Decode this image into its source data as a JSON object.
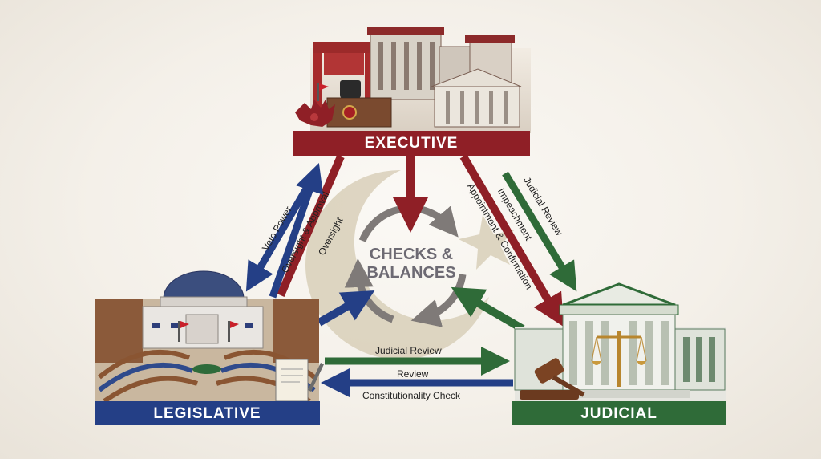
{
  "branches": {
    "executive": "EXECUTIVE",
    "legislative": "LEGISLATIVE",
    "judicial": "JUDICIAL"
  },
  "center": {
    "line1": "CHECKS &",
    "line2": "BALANCES"
  },
  "arrows": {
    "veto_power": "Veto Power",
    "oversight_approval": "Oversight & Approval",
    "oversight": "Oversight",
    "appointment_confirmation": "Appointment & Confirmation",
    "impeachment": "Impeachment",
    "judicial_review_exec": "Judicial Review",
    "judicial_review": "Judicial Review",
    "review": "Review",
    "constitutionality_check": "Constitutionality Check"
  },
  "colors": {
    "executive": "#8f1f26",
    "legislative": "#243f86",
    "judicial": "#2f6b38",
    "center_ring": "#7f7a78",
    "crescent": "#d8cfb8"
  },
  "icons": [
    "eagle-emblem",
    "parliament-dome",
    "scroll-quill",
    "scales-of-justice",
    "gavel"
  ]
}
